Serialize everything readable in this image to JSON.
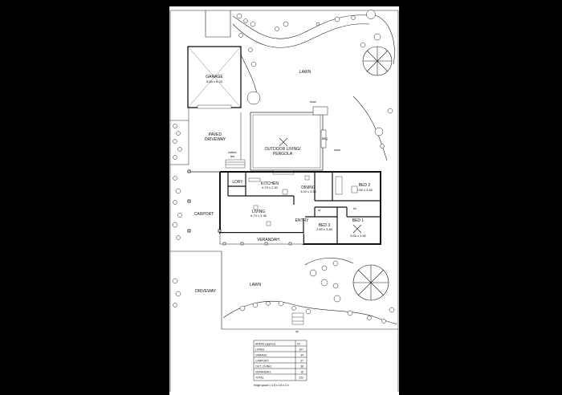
{
  "labels": {
    "lawn_top": "LAWN",
    "garage": "GARAGE",
    "garage_dim": "5.50 x 6.20",
    "paved_driveway_1": "PAVED",
    "paved_driveway_2": "DRIVEWAY",
    "outdoor_living_1": "OUTDOOR LIVING/",
    "outdoor_living_2": "PERGOLA",
    "clothes_line_1": "clothes",
    "clothes_line_2": "line",
    "down_1": "down",
    "down_2": "down",
    "bbq": "BBQ",
    "ldry": "LDRY",
    "kitchen": "KITCHEN",
    "kitchen_dim": "4.70 x 2.50",
    "dining": "DINING",
    "dining_dim": "3.00 x 3.50",
    "bed2": "BED 2",
    "bed2_dim": "2.65 x 3.50",
    "carport": "CARPORT",
    "living": "LIVING",
    "living_dim": "6.74 x 3.36",
    "entry": "ENTRY",
    "bed3": "BED 3",
    "bed3_dim": "2.80 x 3.80",
    "bed1": "BED 1",
    "bed1_dim": "3.66 x 3.60",
    "verandah": "VERANDAH",
    "lawn_bottom": "LAWN",
    "driveway": "DRIVEWAY",
    "wr": "wr",
    "bir": "bir",
    "up": "up"
  },
  "areas_table": {
    "header": "AREAS (approx)",
    "unit": "m²",
    "rows": [
      {
        "label": "LIVING:",
        "value": "107"
      },
      {
        "label": "GARAGE:",
        "value": "34"
      },
      {
        "label": "CARPORT:",
        "value": "27"
      },
      {
        "label": "OUT. LIVING:",
        "value": "38"
      },
      {
        "label": "VERANDAH:",
        "value": "16"
      }
    ],
    "total_label": "TOTAL",
    "total_value": "222",
    "fridge_note": "fridge space = 0.8 x 0.8 x 2.4"
  }
}
